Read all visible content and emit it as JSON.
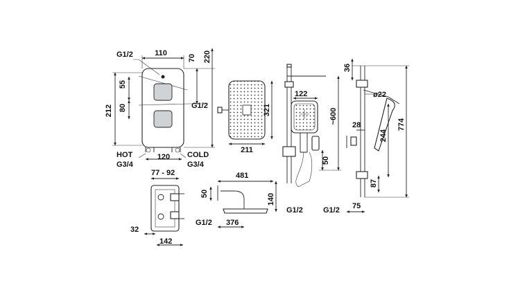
{
  "valve_front": {
    "label_inlet_top": "G1/2",
    "dim_width_top": "110",
    "dim_70": "70",
    "dim_220": "220",
    "dim_55": "55",
    "dim_80": "80",
    "dim_212": "212",
    "label_outlet": "G1/2",
    "label_hot": "HOT",
    "label_cold": "COLD",
    "dim_120": "120",
    "label_g34_left": "G3/4",
    "label_g34_right": "G3/4"
  },
  "overhead_shower_front": {
    "dim_321": "321",
    "dim_211": "211"
  },
  "handshower_set": {
    "dim_122": "122",
    "dim_600": "~600",
    "dim_50": "50",
    "label_connection": "G1/2"
  },
  "rail_side": {
    "dim_36": "36",
    "dim_22": "ø22",
    "dim_28": "28",
    "dim_244": "244",
    "dim_774": "774",
    "dim_87": "87",
    "dim_75": "75",
    "label_connection": "G1/2"
  },
  "concealed_body": {
    "dim_depth": "77 - 92",
    "dim_32": "32",
    "dim_142": "142"
  },
  "overhead_shower_side": {
    "dim_481": "481",
    "dim_50": "50",
    "dim_140": "140",
    "label_connection": "G1/2",
    "dim_376": "376"
  }
}
